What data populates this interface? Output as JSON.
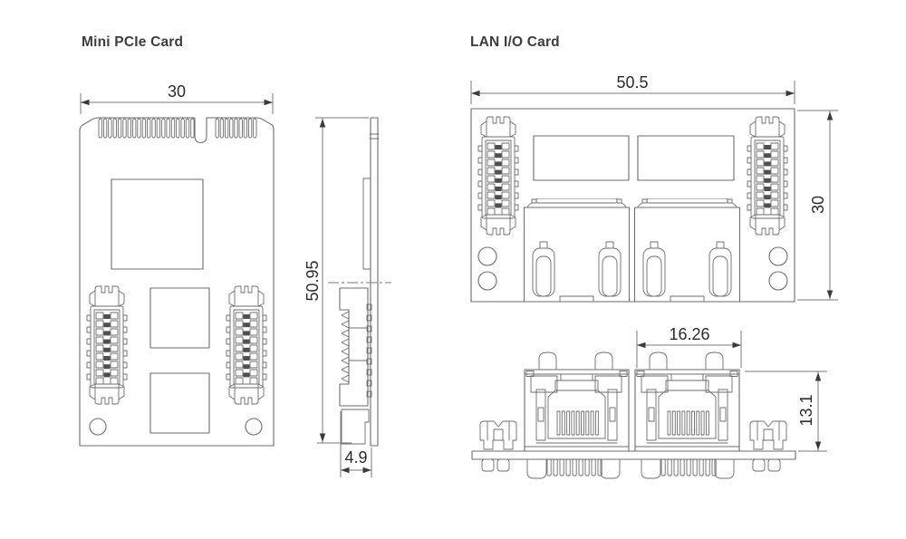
{
  "page": {
    "background_color": "#ffffff"
  },
  "style": {
    "line_color": "#6d6d6d",
    "dimension_line_color": "#7a7a7a",
    "text_color": "#2b2b2b",
    "title_color": "#3d3d3d",
    "dark_fill": "#4f4f4f",
    "shade_fill": "#cfcfcf"
  },
  "mini_pcie": {
    "title": "Mini PCIe Card",
    "dimensions": {
      "card_width": "30",
      "card_height": "50.95",
      "connector_standoff": "4.9"
    }
  },
  "lan_io": {
    "title": "LAN I/O Card",
    "dimensions": {
      "card_width": "50.5",
      "card_height": "30",
      "port_width": "16.26",
      "port_height": "13.1"
    }
  }
}
